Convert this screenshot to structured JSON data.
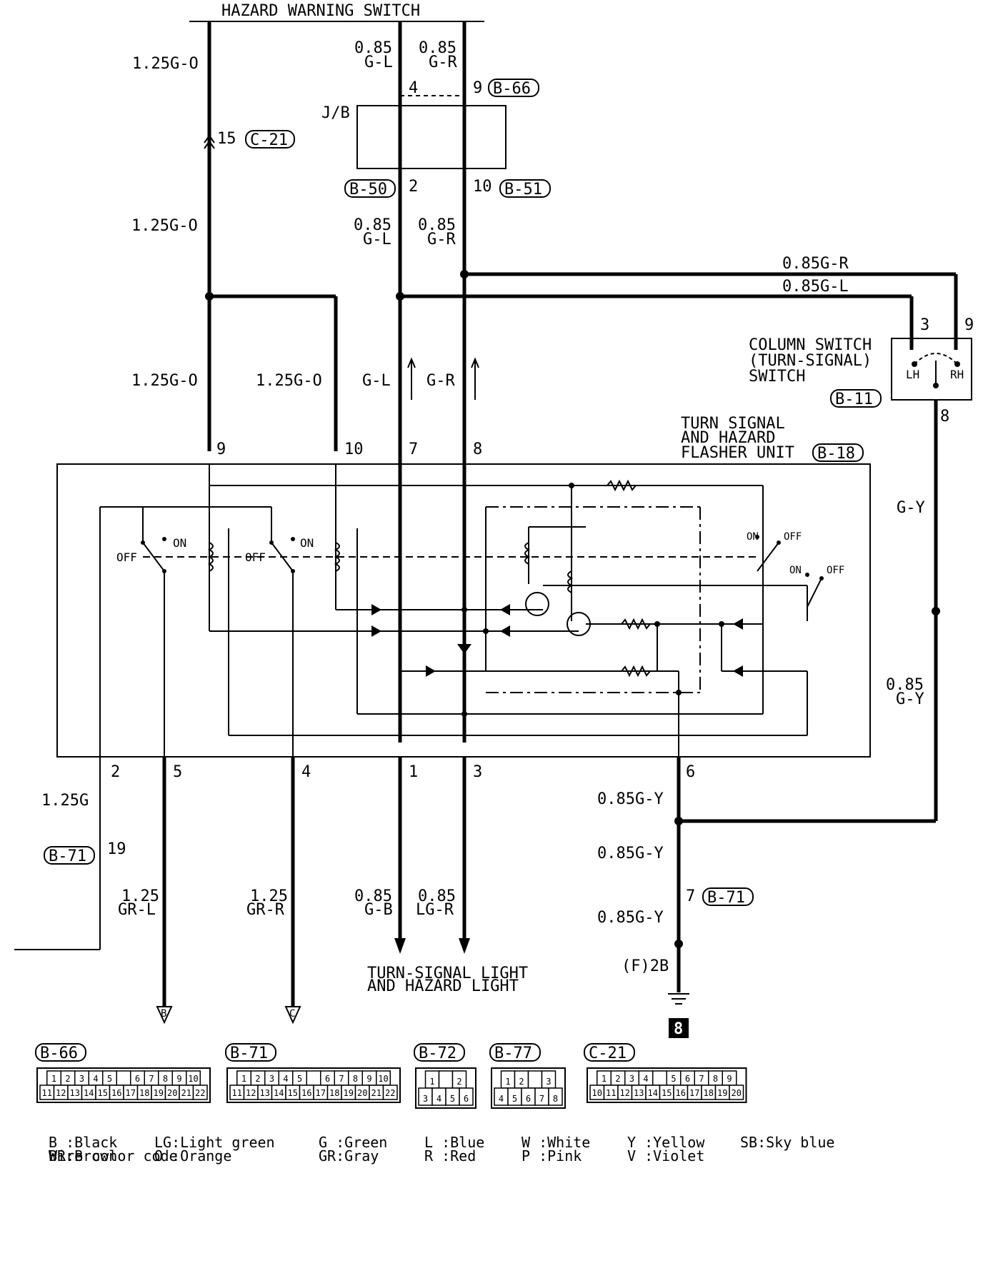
{
  "title": "HAZARD WARNING SWITCH",
  "wires": {
    "hz_out": "1.25G-O",
    "gl_top_size": "0.85",
    "gl_top_color": "G-L",
    "gr_top_size": "0.85",
    "gr_top_color": "G-R",
    "mid_left": "1.25G-O",
    "gl_mid_size": "0.85",
    "gl_mid_color": "G-L",
    "gr_mid_size": "0.85",
    "gr_mid_color": "G-R",
    "col_gr": "0.85G-R",
    "col_gl": "0.85G-L",
    "fl9": "1.25G-O",
    "fl10": "1.25G-O",
    "fl7": "G-L",
    "fl8": "G-R",
    "gy_right": "G-Y",
    "gy_right2_size": "0.85",
    "gy_right2_color": "G-Y",
    "b2": "1.25G",
    "b5_size": "1.25",
    "b5_color": "GR-L",
    "b4_size": "1.25",
    "b4_color": "GR-R",
    "b1_size": "0.85",
    "b1_color": "G-B",
    "b3_size": "0.85",
    "b3_color": "LG-R",
    "b6a": "0.85G-Y",
    "b6b": "0.85G-Y",
    "b6c": "0.85G-Y"
  },
  "pins": {
    "hz4": "4",
    "hz9": "9",
    "jb2": "2",
    "jb10": "10",
    "c21pin": "15",
    "col3": "3",
    "col9": "9",
    "col8": "8",
    "f9": "9",
    "f10": "10",
    "f7": "7",
    "f8": "8",
    "f2": "2",
    "f5": "5",
    "f4": "4",
    "f1": "1",
    "f3": "3",
    "f6": "6",
    "b71_19": "19",
    "b71_7": "7"
  },
  "connectors": {
    "b66": "B-66",
    "c21": "C-21",
    "b50": "B-50",
    "b51": "B-51",
    "b11": "B-11",
    "b18": "B-18",
    "b71": "B-71",
    "b71b": "B-71",
    "b72": "B-72",
    "b77": "B-77",
    "c21b": "C-21"
  },
  "labels": {
    "jb": "J/B",
    "column_switch_1": "COLUMN SWITCH",
    "column_switch_2": "(TURN-SIGNAL)",
    "column_switch_3": " SWITCH",
    "lh": "LH",
    "rh": "RH",
    "flasher_1": "TURN SIGNAL",
    "flasher_2": "AND HAZARD",
    "flasher_3": "FLASHER UNIT",
    "on": "ON",
    "off": "OFF",
    "turn_light_1": "TURN-SIGNAL LIGHT",
    "turn_light_2": "AND HAZARD LIGHT",
    "ground_point": "(F)2B",
    "ground_num": "8",
    "ref_b": "B",
    "ref_c": "C"
  },
  "connector_pins": {
    "b66": {
      "top": [
        "1",
        "2",
        "3",
        "4",
        "5",
        "",
        "6",
        "7",
        "8",
        "9",
        "10"
      ],
      "bottom": [
        "11",
        "12",
        "13",
        "14",
        "15",
        "16",
        "17",
        "18",
        "19",
        "20",
        "21",
        "22"
      ]
    },
    "b71": {
      "top": [
        "1",
        "2",
        "3",
        "4",
        "5",
        "",
        "6",
        "7",
        "8",
        "9",
        "10"
      ],
      "bottom": [
        "11",
        "12",
        "13",
        "14",
        "15",
        "16",
        "17",
        "18",
        "19",
        "20",
        "21",
        "22"
      ]
    },
    "b72": {
      "top": [
        "1",
        "",
        "2"
      ],
      "bottom": [
        "3",
        "4",
        "5",
        "6"
      ]
    },
    "b77": {
      "top": [
        "1",
        "2",
        "",
        "3"
      ],
      "bottom": [
        "4",
        "5",
        "6",
        "7",
        "8"
      ]
    },
    "c21": {
      "top": [
        "1",
        "2",
        "3",
        "4",
        "",
        "5",
        "6",
        "7",
        "8",
        "9"
      ],
      "bottom": [
        "10",
        "11",
        "12",
        "13",
        "14",
        "15",
        "16",
        "17",
        "18",
        "19",
        "20"
      ]
    }
  },
  "legend": {
    "title": "Wire color code",
    "c1a": "B :Black",
    "c1b": "BR:Brown",
    "c2a": "LG:Light green",
    "c2b": "O :Orange",
    "c3a": "G :Green",
    "c3b": "GR:Gray",
    "c4a": "L :Blue",
    "c4b": "R :Red",
    "c5a": "W :White",
    "c5b": "P :Pink",
    "c6a": "Y :Yellow",
    "c6b": "V :Violet",
    "c7a": "SB:Sky blue"
  }
}
